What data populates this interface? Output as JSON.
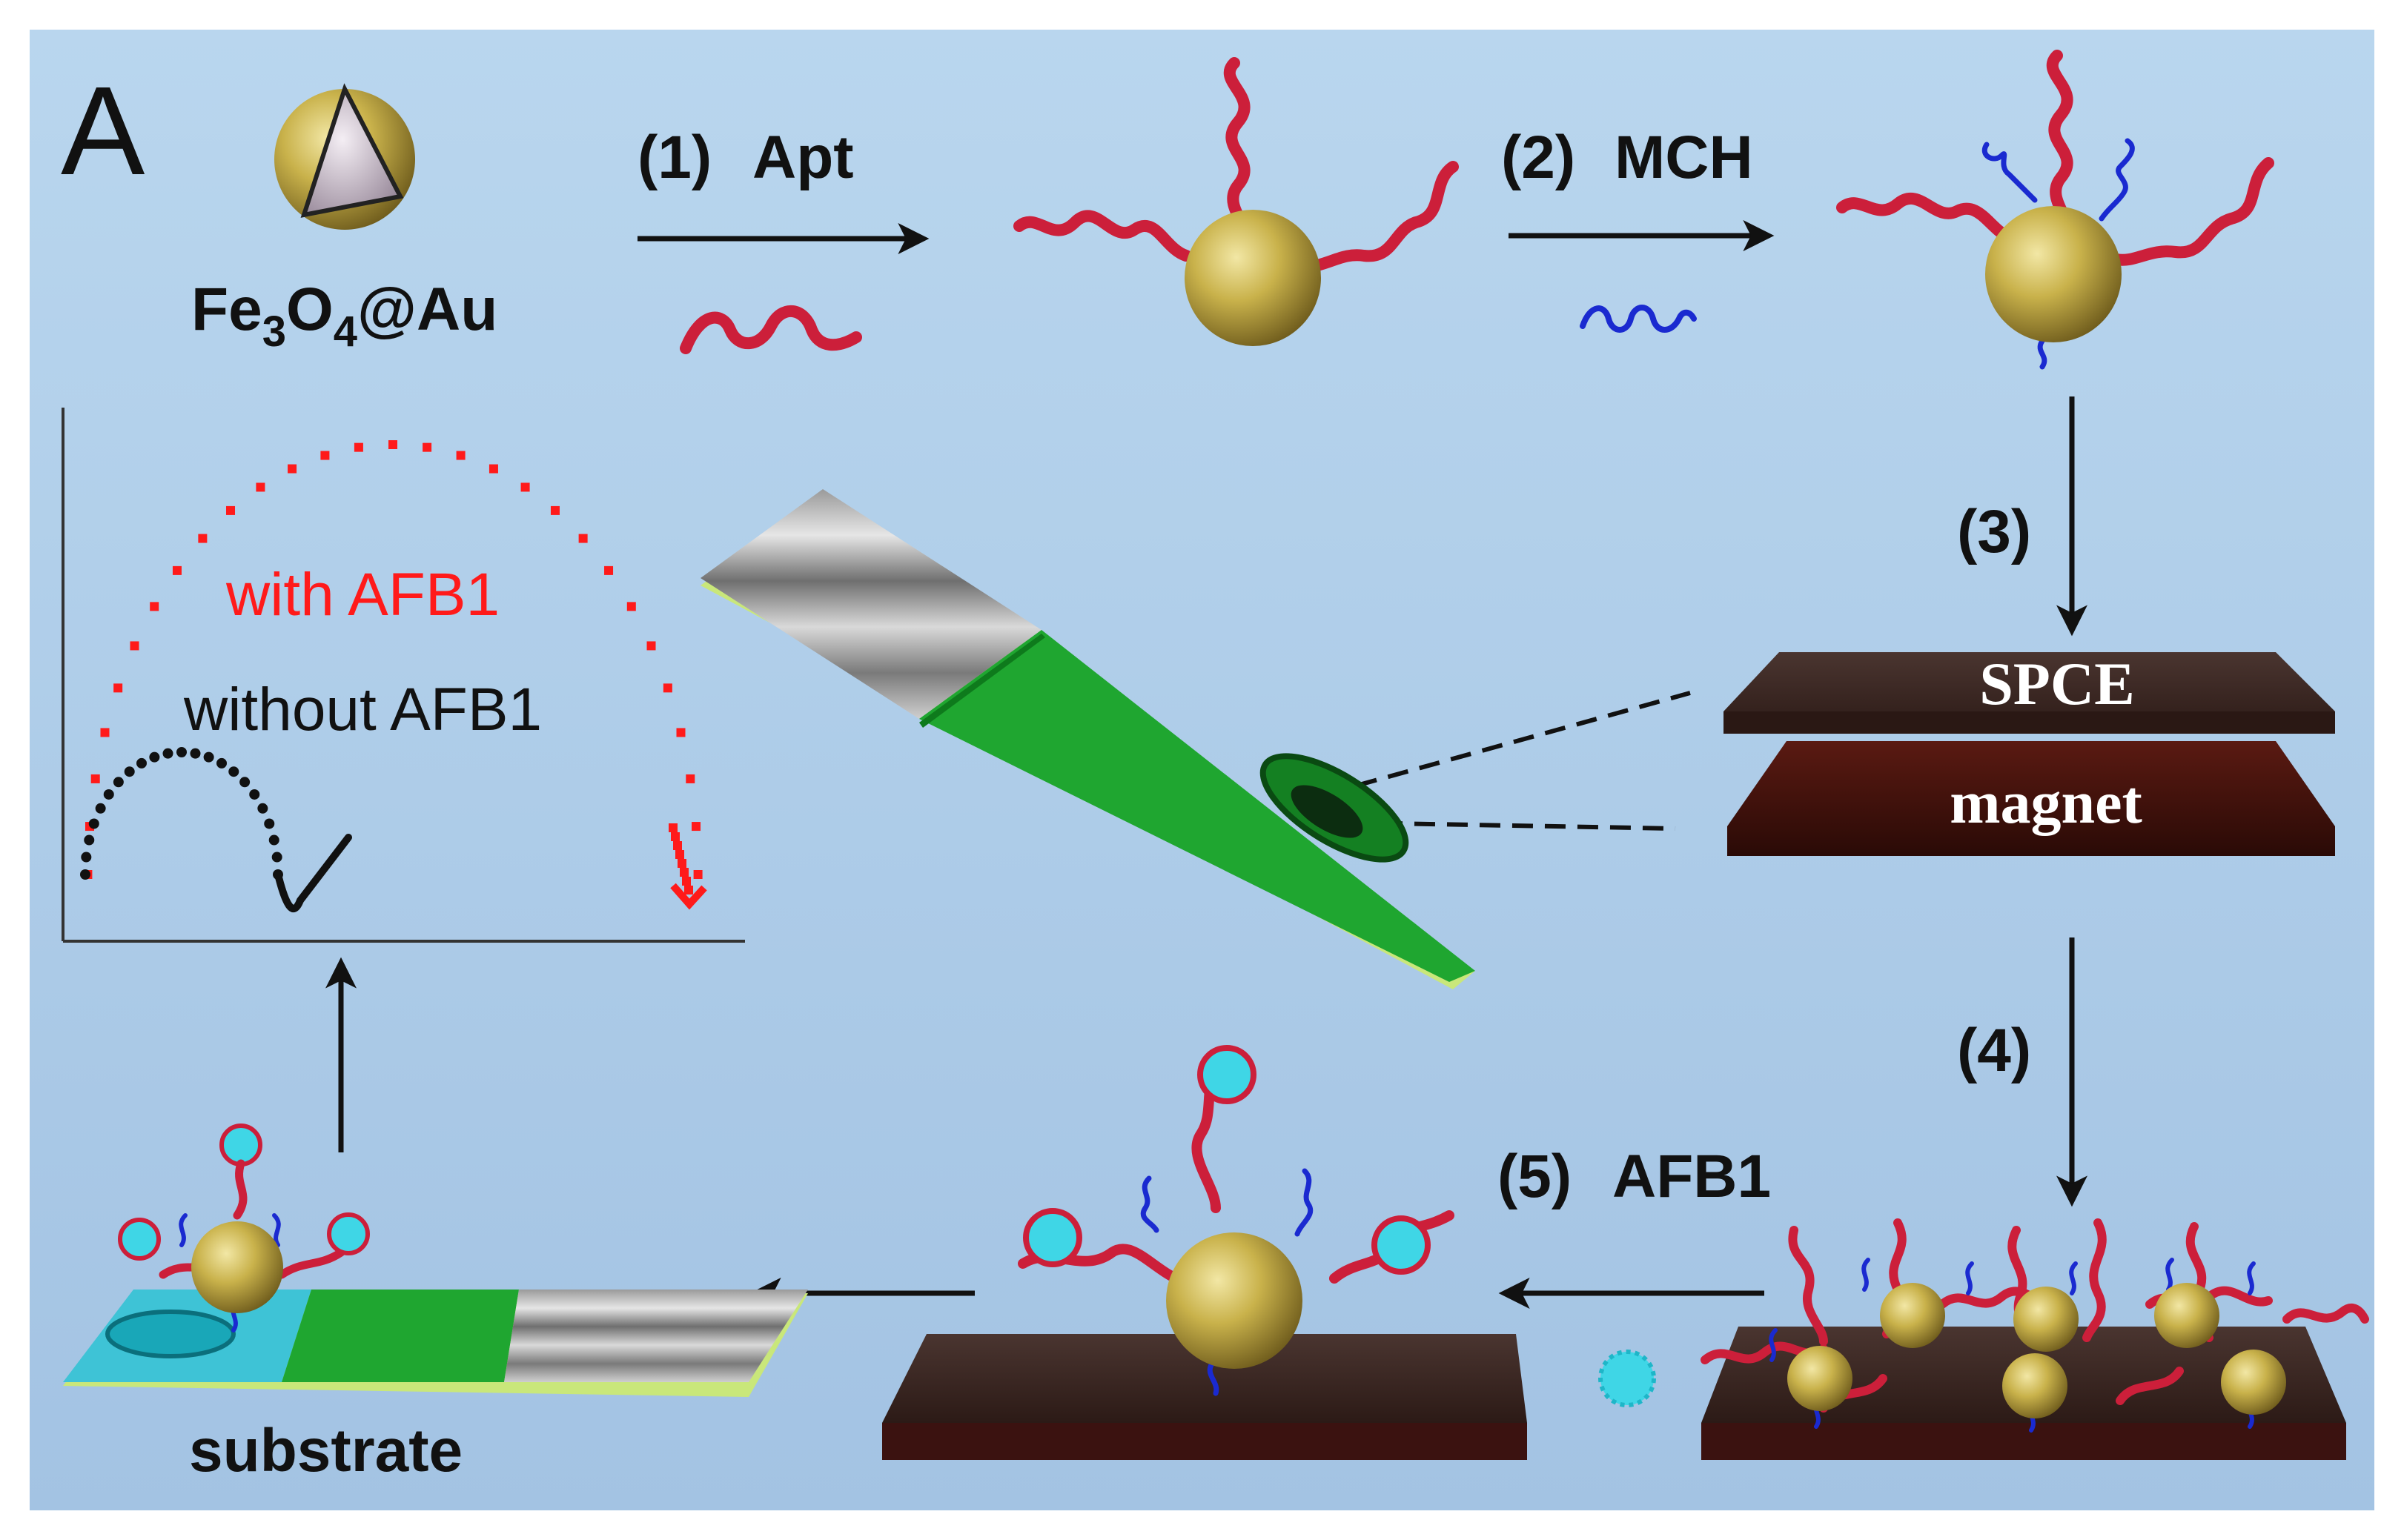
{
  "panel_label": "A",
  "particle_label": {
    "main": "Fe",
    "sub1": "3",
    "mid": "O",
    "sub2": "4",
    "tail": "@Au"
  },
  "steps": {
    "s1": {
      "num": "(1)",
      "name": "Apt"
    },
    "s2": {
      "num": "(2)",
      "name": "MCH"
    },
    "s3": {
      "num": "(3)"
    },
    "s4": {
      "num": "(4)"
    },
    "s5": {
      "num": "(5)",
      "name": "AFB1"
    }
  },
  "electrode_labels": {
    "top": "SPCE",
    "bottom": "magnet"
  },
  "substrate_label": "substrate",
  "plot_legend": {
    "with": "with AFB1",
    "without": "without AFB1"
  },
  "colors": {
    "background": "#aecde9",
    "aptamer": "#cc1f3a",
    "mch": "#1a2ad0",
    "gold": "#c8b24a",
    "target": "#3fd6e6",
    "dark_plate": "#3a2420",
    "electrode_green": "#1fa630",
    "with_curve": "#ff1a1a",
    "without_curve": "#111111"
  }
}
